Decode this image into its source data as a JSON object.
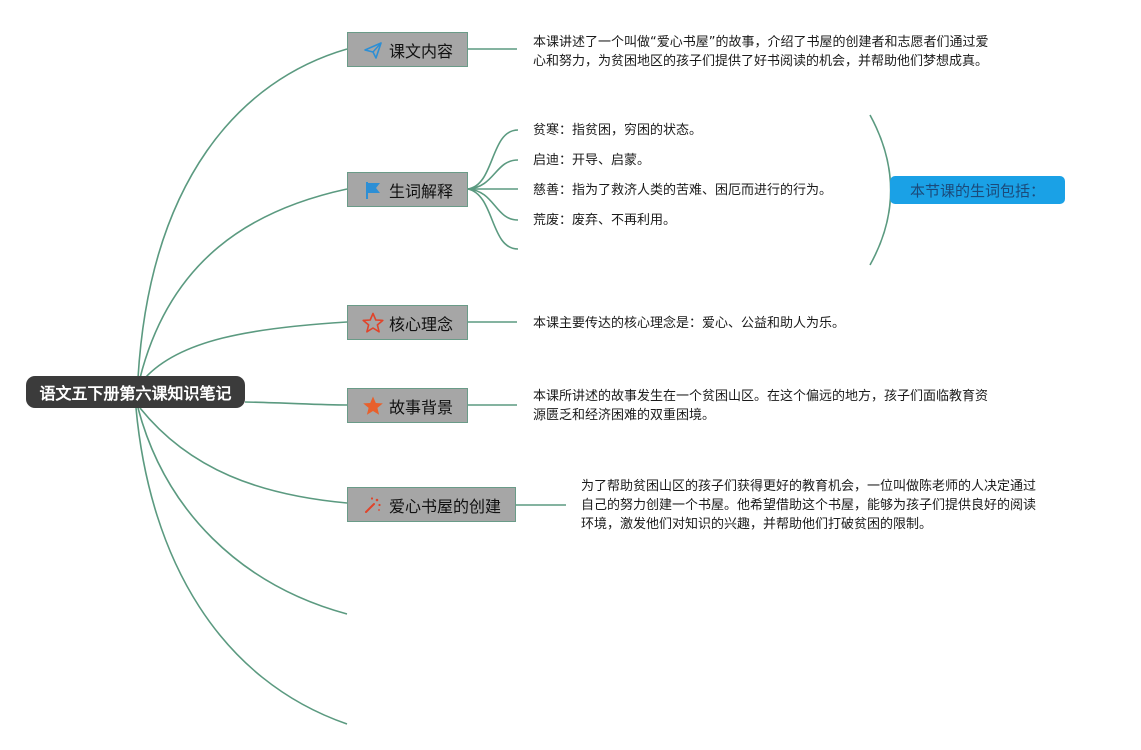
{
  "root": {
    "title": "语文五下册第六课知识笔记"
  },
  "branches": [
    {
      "id": "content",
      "label": "课文内容",
      "icon": "paper-plane-icon",
      "note_lines": [
        "本课讲述了一个叫做“爱心书屋”的故事，介绍了书屋的创建者和志愿者们通过爱",
        "心和努力，为贫困地区的孩子们提供了好书阅读的机会，并帮助他们梦想成真。"
      ]
    },
    {
      "id": "vocab",
      "label": "生词解释",
      "icon": "flag-icon",
      "items": [
        "贫寒：指贫困，穷困的状态。",
        "启迪：开导、启蒙。",
        "慈善：指为了救济人类的苦难、困厄而进行的行为。",
        "荒废：废弃、不再利用。"
      ],
      "summary": "本节课的生词包括："
    },
    {
      "id": "concept",
      "label": "核心理念",
      "icon": "star-outline-icon",
      "note_lines": [
        "本课主要传达的核心理念是：爱心、公益和助人为乐。"
      ]
    },
    {
      "id": "background",
      "label": "故事背景",
      "icon": "star-filled-icon",
      "note_lines": [
        "本课所讲述的故事发生在一个贫困山区。在这个偏远的地方，孩子们面临教育资",
        "源匮乏和经济困难的双重困境。"
      ]
    },
    {
      "id": "creation",
      "label": "爱心书屋的创建",
      "icon": "magic-wand-icon",
      "note_lines": [
        "为了帮助贫困山区的孩子们获得更好的教育机会，一位叫做陈老师的人决定通过",
        "自己的努力创建一个书屋。他希望借助这个书屋，能够为孩子们提供良好的阅读",
        "环境，激发他们对知识的兴趣，并帮助他们打破贫困的限制。"
      ]
    }
  ],
  "colors": {
    "connector": "#5b9a80",
    "root_bg": "#3b3b3b",
    "branch_bg": "#a6a6a6",
    "summary_bg": "#1aa1e6",
    "icon_blue": "#2d8fd5",
    "icon_red": "#e0442a",
    "icon_orange": "#e8602c"
  }
}
